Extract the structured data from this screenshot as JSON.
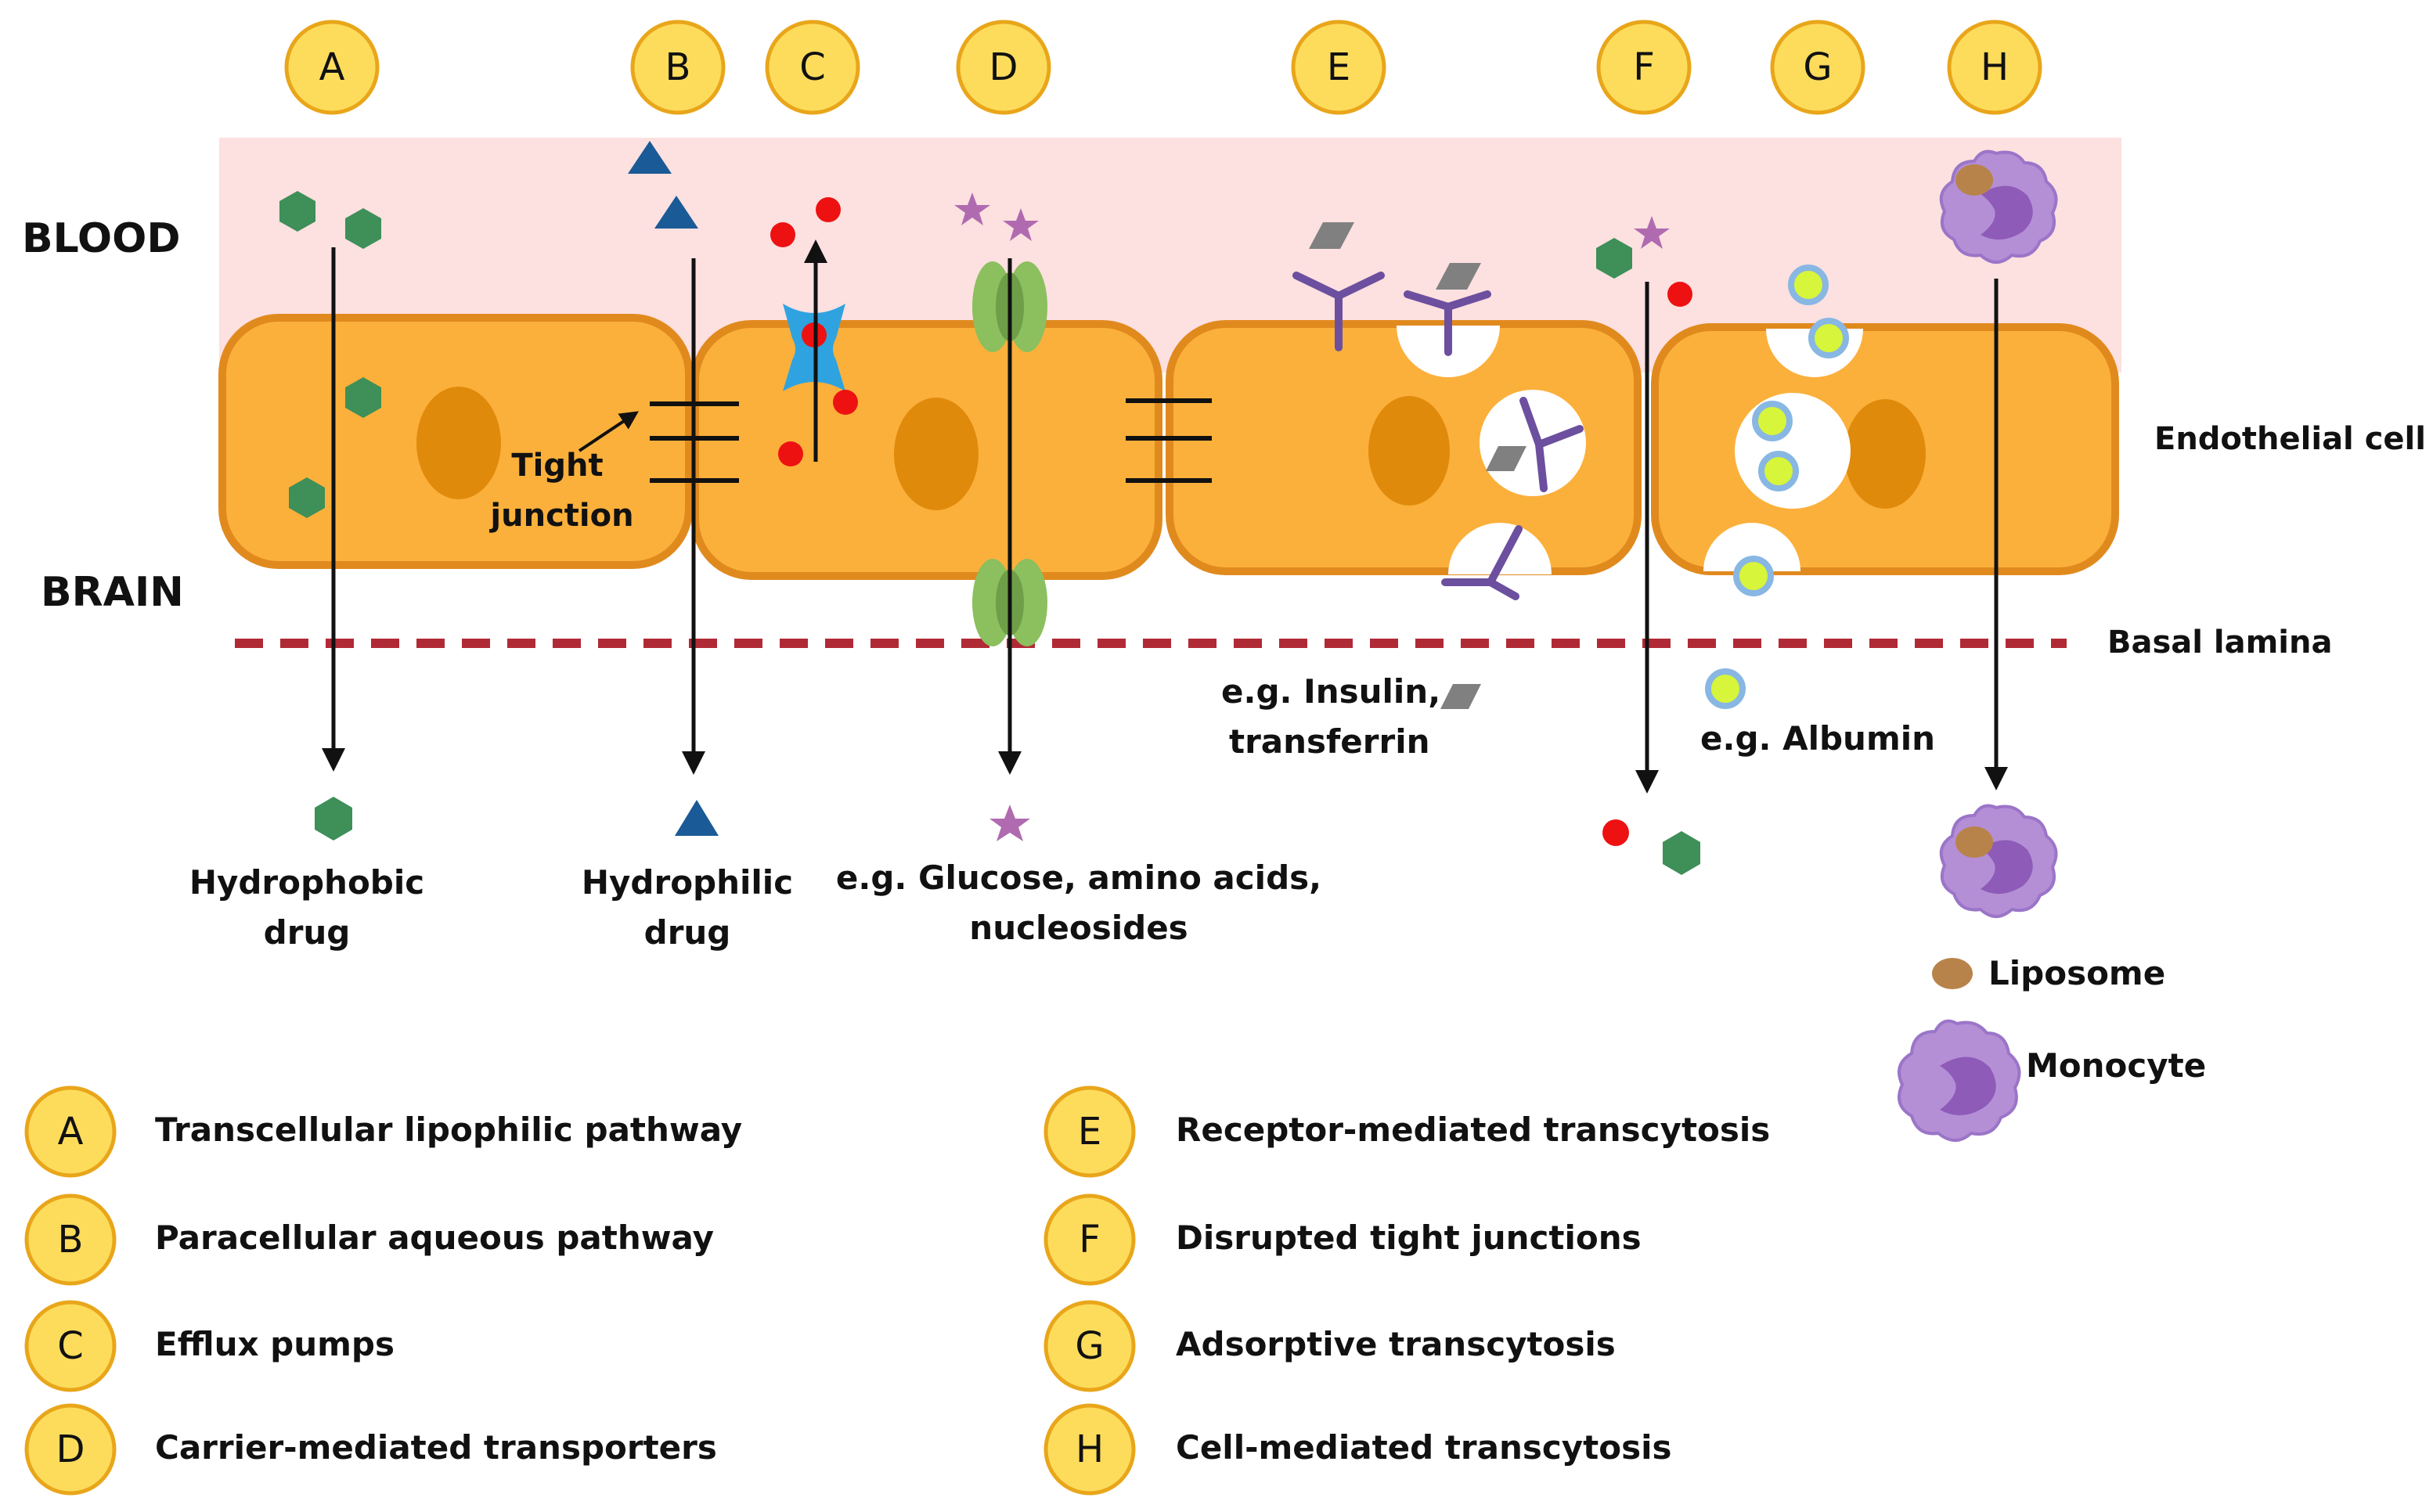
{
  "regions": {
    "blood": "BLOOD",
    "brain": "BRAIN"
  },
  "cell_labels": {
    "endothelial_cell": "Endothelial cell",
    "basal_lamina": "Basal lamina",
    "tight_junction_line1": "Tight",
    "tight_junction_line2": "junction"
  },
  "pathway_letters": [
    "A",
    "B",
    "C",
    "D",
    "E",
    "F",
    "G",
    "H"
  ],
  "molecule_labels": {
    "hydrophobic_line1": "Hydrophobic",
    "hydrophobic_line2": "drug",
    "hydrophilic_line1": "Hydrophilic",
    "hydrophilic_line2": "drug",
    "carrier_line1": "e.g. Glucose, amino acids,",
    "carrier_line2": "nucleosides",
    "receptor_line1": "e.g. Insulin,",
    "receptor_line2": "transferrin",
    "adsorptive": "e.g. Albumin"
  },
  "key": {
    "liposome": "Liposome",
    "monocyte": "Monocyte"
  },
  "legend": [
    {
      "letter": "A",
      "text": "Transcellular lipophilic pathway"
    },
    {
      "letter": "B",
      "text": "Paracellular aqueous pathway"
    },
    {
      "letter": "C",
      "text": "Efflux pumps"
    },
    {
      "letter": "D",
      "text": "Carrier-mediated transporters"
    },
    {
      "letter": "E",
      "text": "Receptor-mediated transcytosis"
    },
    {
      "letter": "F",
      "text": "Disrupted tight junctions"
    },
    {
      "letter": "G",
      "text": "Adsorptive transcytosis"
    },
    {
      "letter": "H",
      "text": "Cell-mediated transcytosis"
    }
  ],
  "colors": {
    "blood_region": "#fde0e0",
    "cell_fill": "#fbb03b",
    "cell_stroke": "#e08a1e",
    "nucleus": "#e08a0c",
    "badge_fill": "#fddc5c",
    "badge_stroke": "#e9a61a",
    "hexagon": "#3e8f58",
    "triangle": "#1a5a96",
    "red_dot": "#ee1111",
    "star": "#b06bb0",
    "receptor": "#6c4f9e",
    "ligand": "#808080",
    "pump": "#2fa3e0",
    "carrier": "#8cbf5e",
    "albumin": "#d7f53a",
    "monocyte": "#b48fd6",
    "liposome": "#b8834a",
    "basal_lamina": "#b02a36"
  }
}
